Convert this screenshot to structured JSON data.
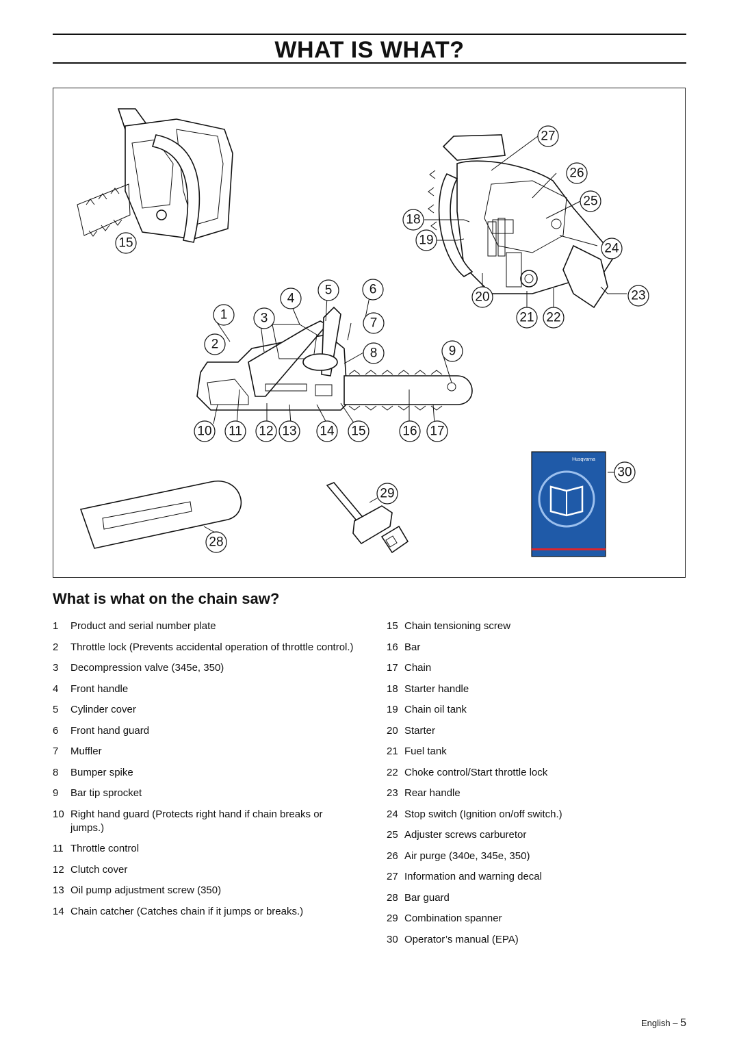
{
  "page_title": "WHAT IS WHAT?",
  "section_heading": "What is what on the chain saw?",
  "manual_brand": "Husqvarna",
  "figure_callouts": {
    "c15a": "15",
    "c1": "1",
    "c2": "2",
    "c3": "3",
    "c4": "4",
    "c5": "5",
    "c6": "6",
    "c7": "7",
    "c8": "8",
    "c9": "9",
    "c10": "10",
    "c11": "11",
    "c12": "12",
    "c13": "13",
    "c14": "14",
    "c15b": "15",
    "c16": "16",
    "c17": "17",
    "c18": "18",
    "c19": "19",
    "c20": "20",
    "c21": "21",
    "c22": "22",
    "c23": "23",
    "c24": "24",
    "c25": "25",
    "c26": "26",
    "c27": "27",
    "c28": "28",
    "c29": "29",
    "c30": "30"
  },
  "parts_left": [
    {
      "num": "1",
      "label": "Product and serial number plate"
    },
    {
      "num": "2",
      "label": "Throttle lock (Prevents accidental operation of throttle control.)"
    },
    {
      "num": "3",
      "label": "Decompression valve (345e, 350)"
    },
    {
      "num": "4",
      "label": "Front handle"
    },
    {
      "num": "5",
      "label": "Cylinder cover"
    },
    {
      "num": "6",
      "label": "Front hand guard"
    },
    {
      "num": "7",
      "label": "Muffler"
    },
    {
      "num": "8",
      "label": "Bumper spike"
    },
    {
      "num": "9",
      "label": "Bar tip sprocket"
    },
    {
      "num": "10",
      "label": "Right hand guard (Protects right hand if chain breaks or jumps.)"
    },
    {
      "num": "11",
      "label": "Throttle control"
    },
    {
      "num": "12",
      "label": "Clutch cover"
    },
    {
      "num": "13",
      "label": "Oil pump adjustment screw (350)"
    },
    {
      "num": "14",
      "label": "Chain catcher (Catches chain if it jumps or breaks.)"
    }
  ],
  "parts_right": [
    {
      "num": "15",
      "label": "Chain tensioning screw"
    },
    {
      "num": "16",
      "label": "Bar"
    },
    {
      "num": "17",
      "label": "Chain"
    },
    {
      "num": "18",
      "label": "Starter handle"
    },
    {
      "num": "19",
      "label": "Chain oil tank"
    },
    {
      "num": "20",
      "label": "Starter"
    },
    {
      "num": "21",
      "label": "Fuel tank"
    },
    {
      "num": "22",
      "label": "Choke control/Start throttle lock"
    },
    {
      "num": "23",
      "label": "Rear handle"
    },
    {
      "num": "24",
      "label": "Stop switch (Ignition on/off switch.)"
    },
    {
      "num": "25",
      "label": "Adjuster screws carburetor"
    },
    {
      "num": "26",
      "label": "Air purge (340e, 345e, 350)"
    },
    {
      "num": "27",
      "label": "Information and warning decal"
    },
    {
      "num": "28",
      "label": "Bar guard"
    },
    {
      "num": "29",
      "label": "Combination spanner"
    },
    {
      "num": "30",
      "label": "Operator’s manual (EPA)"
    }
  ],
  "footer": {
    "language": "English",
    "dash": "–",
    "page_number": "5"
  },
  "colors": {
    "manual_cover": "#1f5aa8",
    "manual_stripe": "#d8262f",
    "ink": "#111111"
  }
}
